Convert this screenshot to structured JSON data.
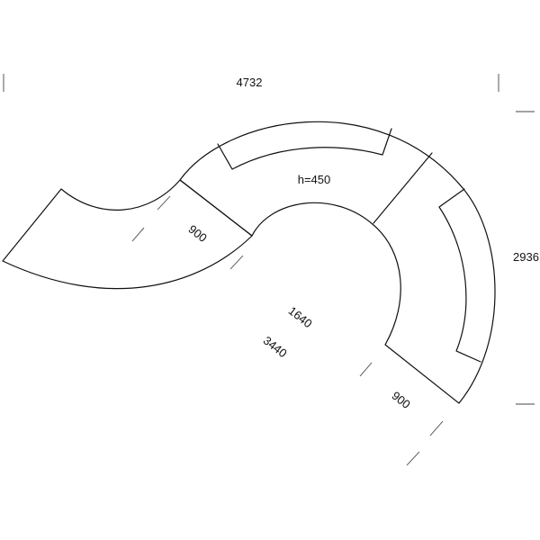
{
  "drawing": {
    "overall_width": "4732",
    "overall_depth": "2936",
    "height_label": "h=450",
    "inner_radius": "1640",
    "outer_radius": "3440",
    "left_module_depth": "900",
    "right_module_depth": "900"
  },
  "colors": {
    "line": "#111111",
    "background": "#ffffff"
  }
}
